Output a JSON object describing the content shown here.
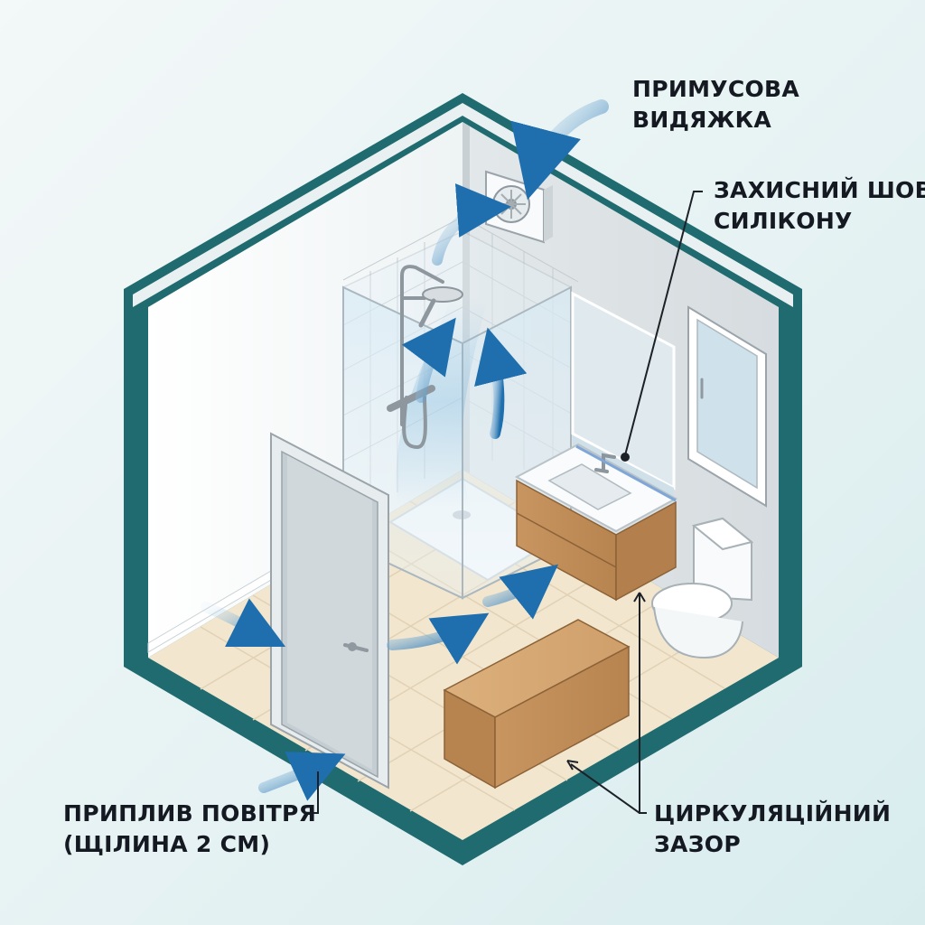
{
  "labels": {
    "exhaust": {
      "line1": "ПРИМУСОВА",
      "line2": "ВИДЯЖКА"
    },
    "silicone": {
      "line1": "ЗАХИСНИЙ ШОВ",
      "line2": "СИЛІКОНУ"
    },
    "supply": {
      "line1": "ПРИПЛИВ ПОВІТРЯ",
      "line2": "(ЩІЛИНА 2 СМ)"
    },
    "gap": {
      "line1": "ЦИРКУЛЯЦІЙНИЙ",
      "line2": "ЗАЗОР"
    }
  },
  "colors": {
    "wall_frame": "#1f6b70",
    "airflow": "#2a78b5",
    "floor": "#f2e6cf",
    "wood": "#c99a66"
  },
  "icons": [
    "exhaust-fan-icon",
    "shower-head-icon",
    "door-handle-icon"
  ]
}
